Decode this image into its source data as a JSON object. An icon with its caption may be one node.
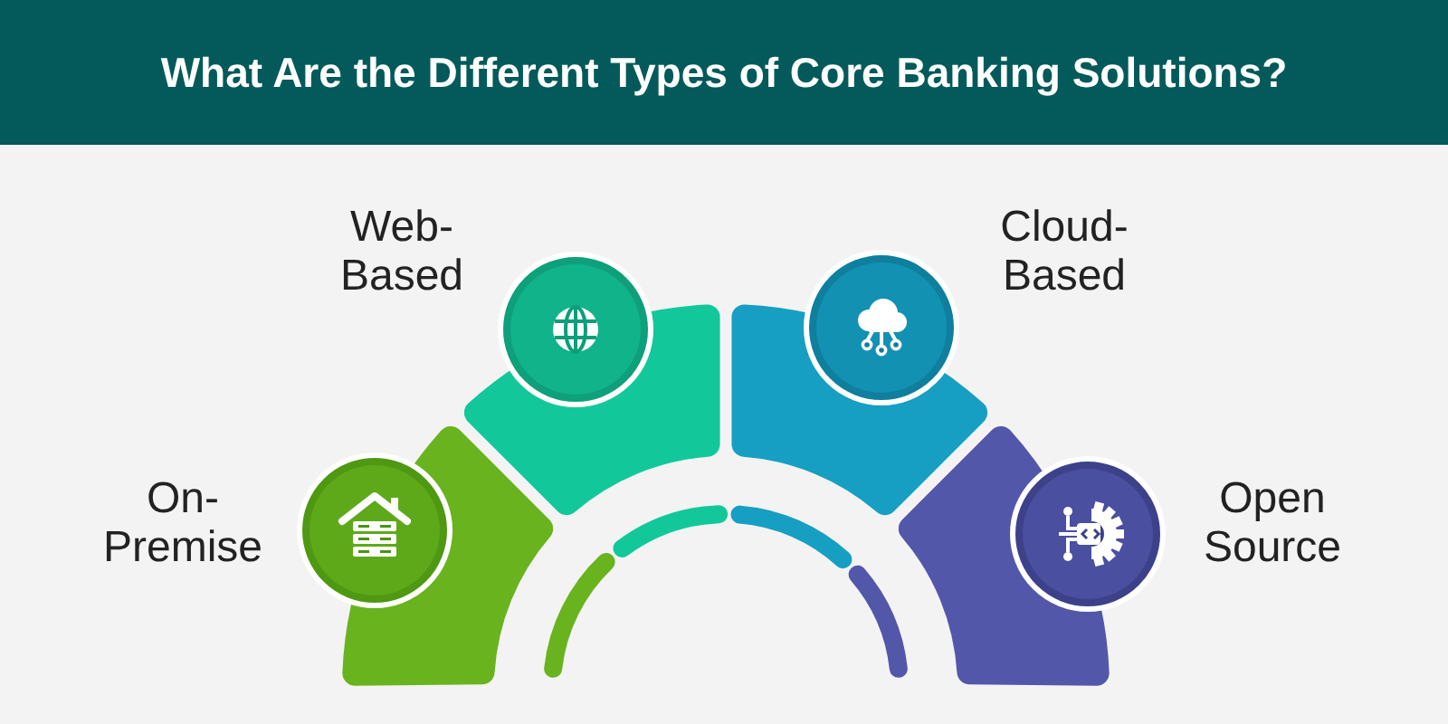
{
  "diagram": {
    "title": "What Are the Different Types of Core Banking Solutions?",
    "nodes": [
      {
        "text": [
          "On- Premise"
        ]
      },
      {
        "text": [
          "Web- Based"
        ]
      },
      {
        "text": [
          "Cloud- Based"
        ]
      },
      {
        "text": [
          "Open Source"
        ]
      }
    ]
  }
}
